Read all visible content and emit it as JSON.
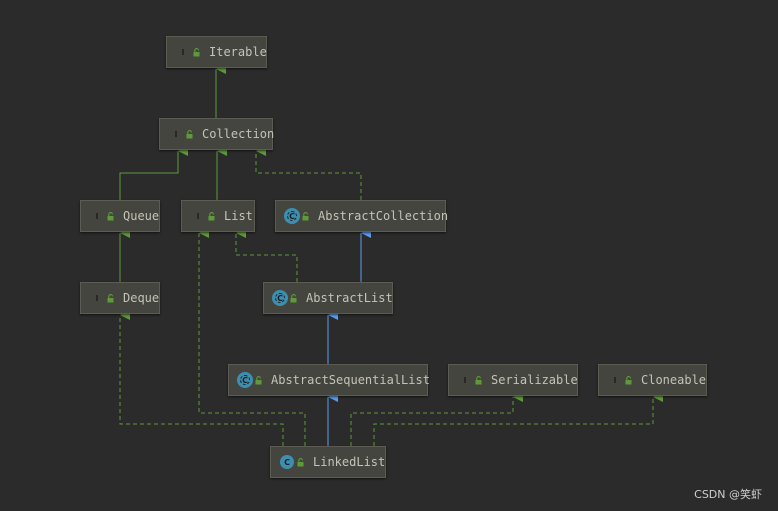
{
  "diagram": {
    "nodes": [
      {
        "id": "iterable",
        "label": "Iterable",
        "kind": "interface",
        "badge": "I"
      },
      {
        "id": "collection",
        "label": "Collection",
        "kind": "interface",
        "badge": "I"
      },
      {
        "id": "queue",
        "label": "Queue",
        "kind": "interface",
        "badge": "I"
      },
      {
        "id": "list",
        "label": "List",
        "kind": "interface",
        "badge": "I"
      },
      {
        "id": "abstractcollection",
        "label": "AbstractCollection",
        "kind": "abstract-class",
        "badge": "C"
      },
      {
        "id": "deque",
        "label": "Deque",
        "kind": "interface",
        "badge": "I"
      },
      {
        "id": "abstractlist",
        "label": "AbstractList",
        "kind": "abstract-class",
        "badge": "C"
      },
      {
        "id": "abstractsequentiallist",
        "label": "AbstractSequentialList",
        "kind": "abstract-class",
        "badge": "C"
      },
      {
        "id": "serializable",
        "label": "Serializable",
        "kind": "interface",
        "badge": "I"
      },
      {
        "id": "cloneable",
        "label": "Cloneable",
        "kind": "interface",
        "badge": "I"
      },
      {
        "id": "linkedlist",
        "label": "LinkedList",
        "kind": "class",
        "badge": "C"
      }
    ],
    "edges": [
      {
        "from": "collection",
        "to": "iterable",
        "type": "extends"
      },
      {
        "from": "queue",
        "to": "collection",
        "type": "extends"
      },
      {
        "from": "list",
        "to": "collection",
        "type": "extends"
      },
      {
        "from": "abstractcollection",
        "to": "collection",
        "type": "implements"
      },
      {
        "from": "deque",
        "to": "queue",
        "type": "extends"
      },
      {
        "from": "abstractlist",
        "to": "list",
        "type": "implements"
      },
      {
        "from": "abstractlist",
        "to": "abstractcollection",
        "type": "class-extends"
      },
      {
        "from": "abstractsequentiallist",
        "to": "abstractlist",
        "type": "class-extends"
      },
      {
        "from": "linkedlist",
        "to": "abstractsequentiallist",
        "type": "class-extends"
      },
      {
        "from": "linkedlist",
        "to": "deque",
        "type": "implements"
      },
      {
        "from": "linkedlist",
        "to": "list",
        "type": "implements"
      },
      {
        "from": "linkedlist",
        "to": "serializable",
        "type": "implements"
      },
      {
        "from": "linkedlist",
        "to": "cloneable",
        "type": "implements"
      }
    ],
    "colors": {
      "background": "#2b2b2b",
      "node_fill": "#45453f",
      "interface_edge": "#5f9a3a",
      "class_edge": "#5a9cf0",
      "interface_badge": "#5f9a3a",
      "class_badge": "#3c8fb0"
    }
  },
  "watermark": "CSDN @笑虾"
}
